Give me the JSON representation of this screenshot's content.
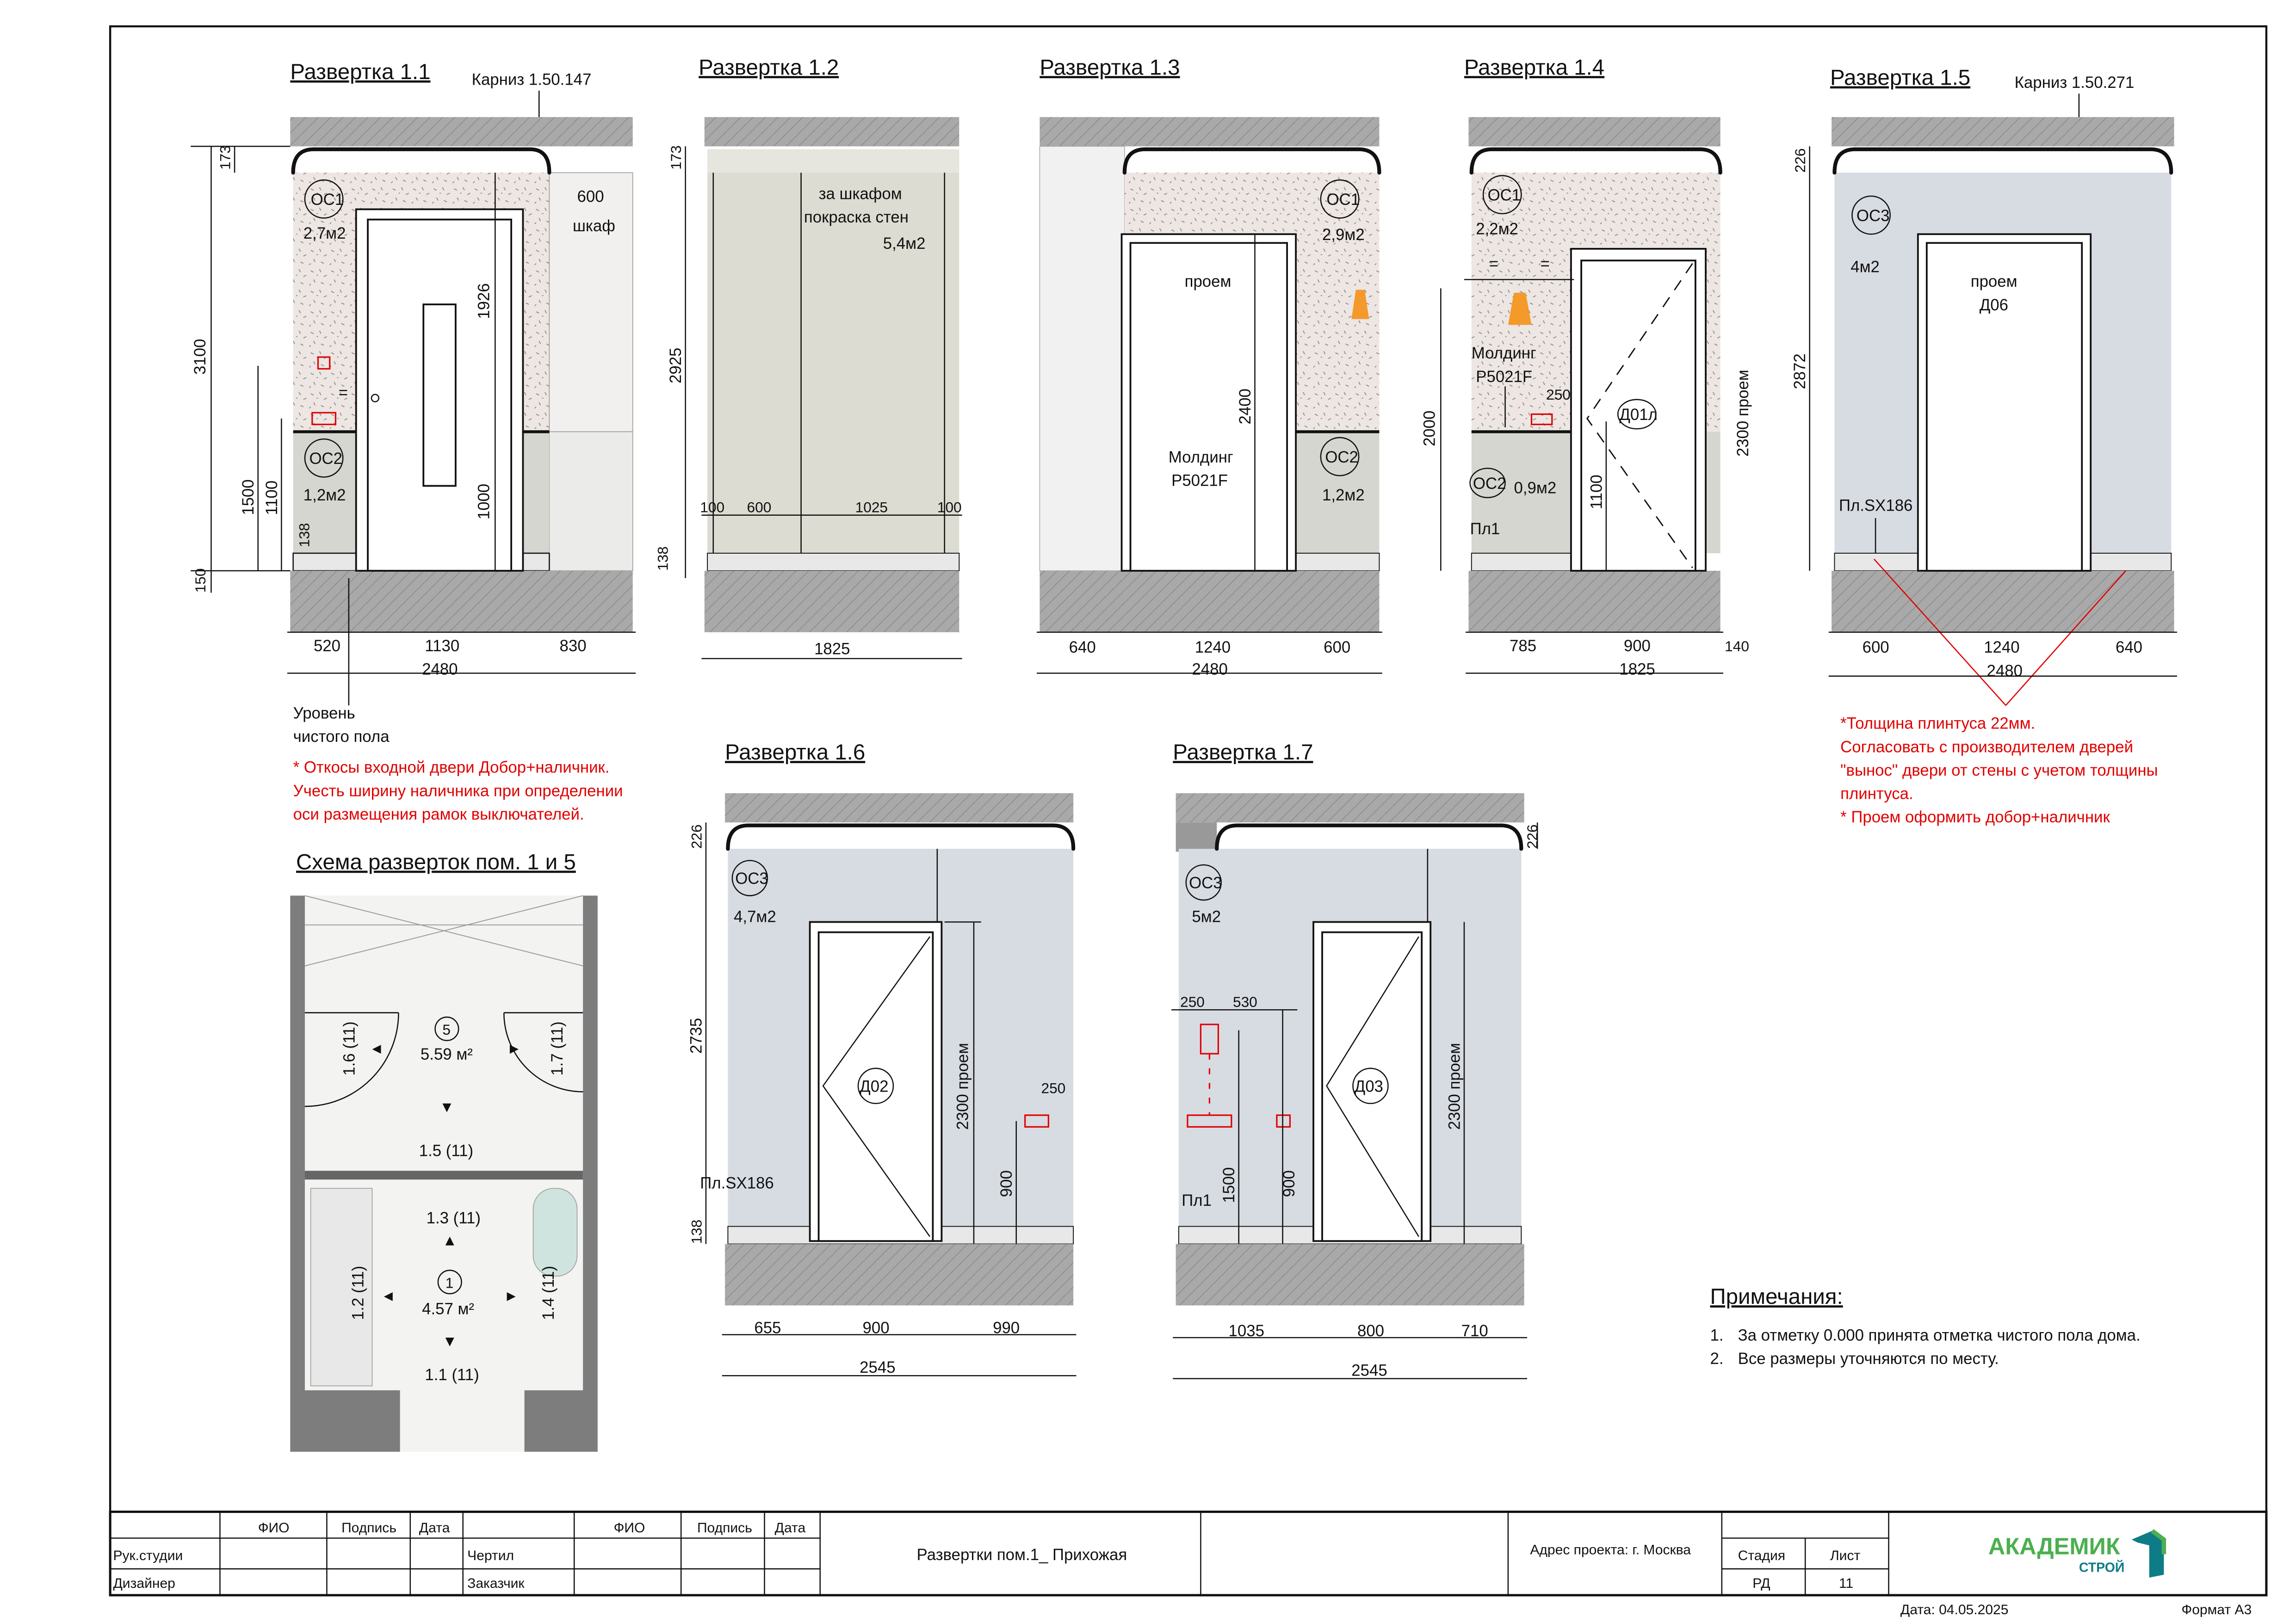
{
  "colors": {
    "accent_red": "#e00000",
    "wall_speckle": "#ede6e3",
    "wall_blue": "#d7dbe2",
    "wall_lower": "#d5d6d0",
    "logo_green": "#4caf50",
    "logo_teal": "#0e7c86",
    "lamp": "#f39a2b"
  },
  "e11": {
    "title": "Развертка 1.1",
    "cornice": "Карниз 1.50.147",
    "oc1": "ОС1",
    "oc1_area": "2,7м2",
    "cab_width": "600",
    "cab_label": "шкаф",
    "d1926": "1926",
    "d3100": "3100",
    "d173": "173",
    "oc2": "ОС2",
    "oc2_area": "1,2м2",
    "d1500": "1500",
    "d1100": "1100",
    "d138": "138",
    "d150": "150",
    "d1000": "1000",
    "eq": "=",
    "widths": [
      "520",
      "1130",
      "830"
    ],
    "total": "2480",
    "floor_label": [
      "Уровень",
      "чистого пола"
    ],
    "note": [
      "* Откосы входной двери Добор+наличник.",
      "Учесть ширину наличника при определении",
      "оси размещения рамок выключателей."
    ]
  },
  "e12": {
    "title": "Развертка 1.2",
    "d173": "173",
    "d2925": "2925",
    "label": [
      "за шкафом",
      "покраска стен",
      "5,4м2"
    ],
    "widths": [
      "100",
      "600",
      "1025",
      "100"
    ],
    "d138": "138",
    "total": "1825"
  },
  "e13": {
    "title": "Развертка 1.3",
    "oc1": "ОС1",
    "oc1_area": "2,9м2",
    "opening": "проем",
    "d2400": "2400",
    "molding": [
      "Молдинг",
      "P5021F"
    ],
    "oc2": "ОС2",
    "oc2_area": "1,2м2",
    "widths": [
      "640",
      "1240",
      "600"
    ],
    "total": "2480"
  },
  "e14": {
    "title": "Развертка 1.4",
    "oc1": "ОС1",
    "oc1_area": "2,2м2",
    "eq": "=",
    "d2000": "2000",
    "molding": [
      "Молдинг",
      "P5021F"
    ],
    "d250": "250",
    "door": "Д01л",
    "opening": "2300 проем",
    "oc2": "ОС2",
    "oc2_area": "0,9м2",
    "d1100": "1100",
    "plinth": "Пл1",
    "widths": [
      "785",
      "900",
      "140"
    ],
    "total": "1825"
  },
  "e15": {
    "title": "Развертка 1.5",
    "cornice": "Карниз 1.50.271",
    "d226": "226",
    "oc3": "ОС3",
    "oc3_area": "4м2",
    "opening": [
      "проем",
      "Д06"
    ],
    "d2872": "2872",
    "plinth": "Пл.SX186",
    "widths": [
      "600",
      "1240",
      "640"
    ],
    "total": "2480",
    "note": [
      "*Толщина плинтуса 22мм.",
      "Согласовать с производителем дверей",
      "\"вынос\" двери от стены с учетом толщины",
      "плинтуса.",
      "* Проем оформить добор+наличник"
    ]
  },
  "e16": {
    "title": "Развертка 1.6",
    "d226": "226",
    "oc3": "ОС3",
    "oc3_area": "4,7м2",
    "d2735": "2735",
    "door": "Д02",
    "opening": "2300 проем",
    "d250": "250",
    "d900": "900",
    "plinth": "Пл.SX186",
    "d138": "138",
    "widths": [
      "655",
      "900",
      "990"
    ],
    "total": "2545"
  },
  "e17": {
    "title": "Развертка 1.7",
    "d226": "226",
    "oc3": "ОС3",
    "oc3_area": "5м2",
    "d250": "250",
    "d530": "530",
    "door": "Д03",
    "opening": "2300 проем",
    "d1500": "1500",
    "d900": "900",
    "plinth": "Пл1",
    "widths": [
      "1035",
      "800",
      "710"
    ],
    "total": "2545"
  },
  "scheme": {
    "title": "Схема разверток пом. 1 и 5",
    "room5": "5",
    "room5_area": "5.59 м²",
    "room1": "1",
    "room1_area": "4.57 м²",
    "views": [
      "1.1 (11)",
      "1.2 (11)",
      "1.3 (11)",
      "1.4 (11)",
      "1.5 (11)",
      "1.6 (11)",
      "1.7 (11)"
    ]
  },
  "notes": {
    "title": "Примечания:",
    "items": [
      "1.",
      "За отметку 0.000 принята отметка чистого пола дома.",
      "2.",
      "Все размеры уточняются по месту."
    ]
  },
  "titleblock": {
    "fio": "ФИО",
    "sign": "Подпись",
    "date": "Дата",
    "row1_left": "Рук.студии",
    "row2_left": "Дизайнер",
    "row1_mid": "Чертил",
    "row2_mid": "Заказчик",
    "sheet_name": "Развертки пом.1_ Прихожая",
    "address": "Адрес проекта: г. Москва",
    "stage_label": "Стадия",
    "sheet_label": "Лист",
    "stage": "РД",
    "sheet_no": "11",
    "logo_main": "АКАДЕМИК",
    "logo_sub": "СТРОЙ",
    "date_line": "Дата: 04.05.2025",
    "format": "Формат А3"
  }
}
